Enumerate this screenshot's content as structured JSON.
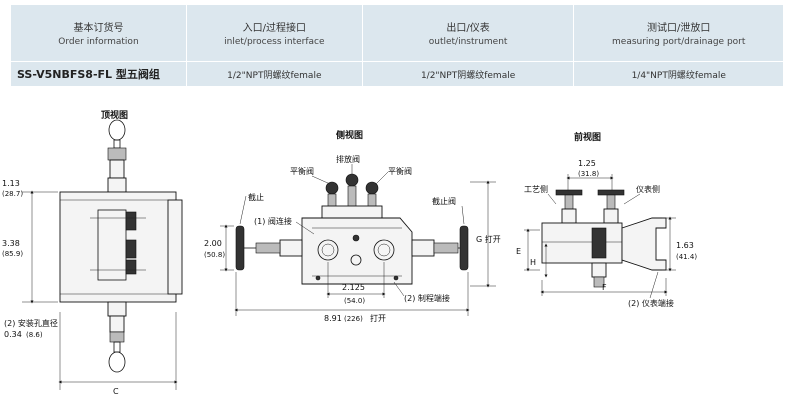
{
  "table": {
    "headers": [
      {
        "zh": "基本订货号",
        "en": "Order information"
      },
      {
        "zh": "入口/过程接口",
        "en": "inlet/process interface"
      },
      {
        "zh": "出口/仪表",
        "en": "outlet/instrument"
      },
      {
        "zh": "测试口/泄放口",
        "en": "measuring port/drainage port"
      }
    ],
    "row": {
      "model": "SS-V5NBFS8-FL 型五阀组",
      "inlet": "1/2\"NPT阴螺纹female",
      "outlet": "1/2\"NPT阴螺纹female",
      "port": "1/4\"NPT阴螺纹female"
    }
  },
  "top_view": {
    "title": "顶视图",
    "dim_113": "1.13",
    "dim_113_mm": "(28.7)",
    "dim_338": "3.38",
    "dim_338_mm": "(85.9)",
    "hole_note": "(2) 安装孔直径",
    "hole_dim": "0.34",
    "hole_dim_mm": "(8.6)",
    "c_label": "C"
  },
  "side_view": {
    "title": "侧视图",
    "balance_left": "平衡阀",
    "vent": "排放阀",
    "balance_right": "平衡阀",
    "stop_left": "截止",
    "stop_right": "截止阀",
    "connector": "(1) 阀连接",
    "g_label": "G 打开",
    "dim_200": "2.00",
    "dim_200_mm": "(50.8)",
    "dim_2125": "2.125",
    "dim_2125_mm": "(54.0)",
    "process_conn": "(2) 制程端接",
    "dim_891": "8.91",
    "dim_891_mm": "(226)",
    "open_label": "打开"
  },
  "front_view": {
    "title": "前视图",
    "dim_125": "1.25",
    "dim_125_mm": "(31.8)",
    "process_side": "工艺侧",
    "instrument_side": "仪表侧",
    "e_label": "E",
    "h_label": "H",
    "dim_163": "1.63",
    "dim_163_mm": "(41.4)",
    "f_label": "F",
    "instrument_conn": "(2) 仪表端接"
  }
}
